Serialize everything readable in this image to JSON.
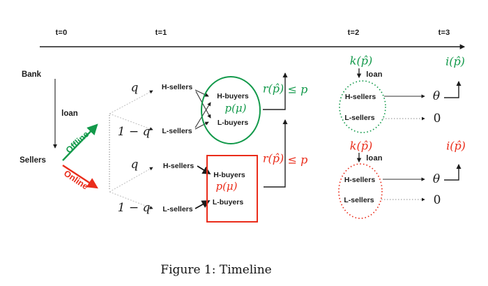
{
  "figure": {
    "caption": "Figure 1: Timeline"
  },
  "colors": {
    "green": "#12994a",
    "red": "#ea2c1a",
    "black": "#1c1c1c",
    "gray_branch": "#bdbdbd"
  },
  "timeline": {
    "t0": "t=0",
    "t1": "t=1",
    "t2": "t=2",
    "t3": "t=3"
  },
  "actors": {
    "bank": "Bank",
    "sellers": "Sellers",
    "loan": "loan"
  },
  "channels": {
    "offline": "Offline",
    "online": "Online"
  },
  "offline": {
    "q": "q",
    "one_minus_q": "1 − q",
    "h_sellers": "H-sellers",
    "l_sellers": "L-sellers",
    "h_buyers": "H-buyers",
    "l_buyers": "L-buyers",
    "p_mu": "p(μ)",
    "r_phat": "r(p̂)",
    "le_p": "≤ p",
    "k_phat": "k(p̂)",
    "loan": "loan",
    "h_sellers2": "H-sellers",
    "l_sellers2": "L-sellers",
    "theta": "θ",
    "zero": "0",
    "i_phat": "i(p̂)"
  },
  "online": {
    "q": "q",
    "one_minus_q": "1 − q",
    "h_sellers": "H-sellers",
    "l_sellers": "L-sellers",
    "h_buyers": "H-buyers",
    "l_buyers": "L-buyers",
    "p_mu": "p(μ)",
    "r_phat": "r(p̂)",
    "le_p": "≤ p",
    "k_phat": "k(p̂)",
    "loan": "loan",
    "h_sellers2": "H-sellers",
    "l_sellers2": "L-sellers",
    "theta": "θ",
    "zero": "0",
    "i_phat": "i(p̂)"
  }
}
